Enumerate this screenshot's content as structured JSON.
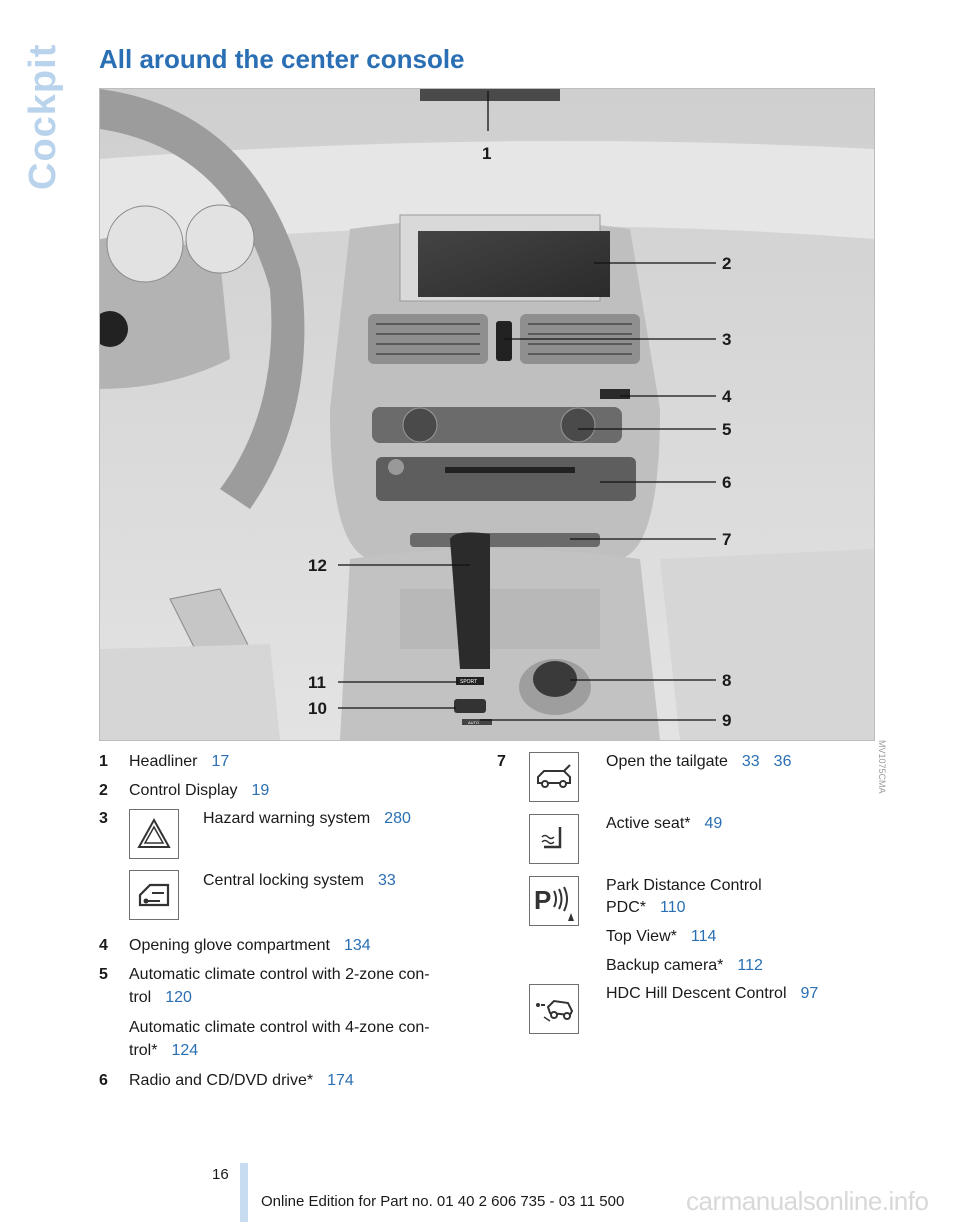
{
  "side_tab": "Cockpit",
  "title": "All around the center console",
  "figure": {
    "callouts": [
      "1",
      "2",
      "3",
      "4",
      "5",
      "6",
      "7",
      "12",
      "11",
      "10",
      "8",
      "9"
    ],
    "watermark": "MV1075CMA",
    "gear_label": "SPORT",
    "auto_label": "AUTO"
  },
  "left_list": {
    "i1": {
      "num": "1",
      "text": "Headliner",
      "ref": "17"
    },
    "i2": {
      "num": "2",
      "text": "Control Display",
      "ref": "19"
    },
    "i3": {
      "num": "3",
      "a_text": "Hazard warning system",
      "a_ref": "280",
      "b_text": "Central locking system",
      "b_ref": "33"
    },
    "i4": {
      "num": "4",
      "text": "Opening glove compartment",
      "ref": "134"
    },
    "i5": {
      "num": "5",
      "line1": "Automatic climate control with 2-zone con-",
      "line2": "trol",
      "ref": "120",
      "line3": "Automatic climate control with 4-zone con-",
      "line4": "trol*",
      "ref2": "124"
    },
    "i6": {
      "num": "6",
      "text": "Radio and CD/DVD drive*",
      "ref": "174"
    }
  },
  "right_list": {
    "num": "7",
    "tailgate": {
      "text": "Open the tailgate",
      "ref1": "33",
      "ref2": "36"
    },
    "seat": {
      "text": "Active seat*",
      "ref": "49"
    },
    "pdc": {
      "line1": "Park Distance Control",
      "line2": "PDC*",
      "ref": "110"
    },
    "topview": {
      "text": "Top View*",
      "ref": "114"
    },
    "backup": {
      "text": "Backup camera*",
      "ref": "112"
    },
    "hdc": {
      "text": "HDC Hill Descent Control",
      "ref": "97"
    }
  },
  "footer": {
    "page": "16",
    "edition": "Online Edition for Part no. 01 40 2 606 735 - 03 11 500",
    "site": "carmanualsonline.info"
  },
  "colors": {
    "accent": "#2a6fb4",
    "tab": "#b9d3ec"
  }
}
